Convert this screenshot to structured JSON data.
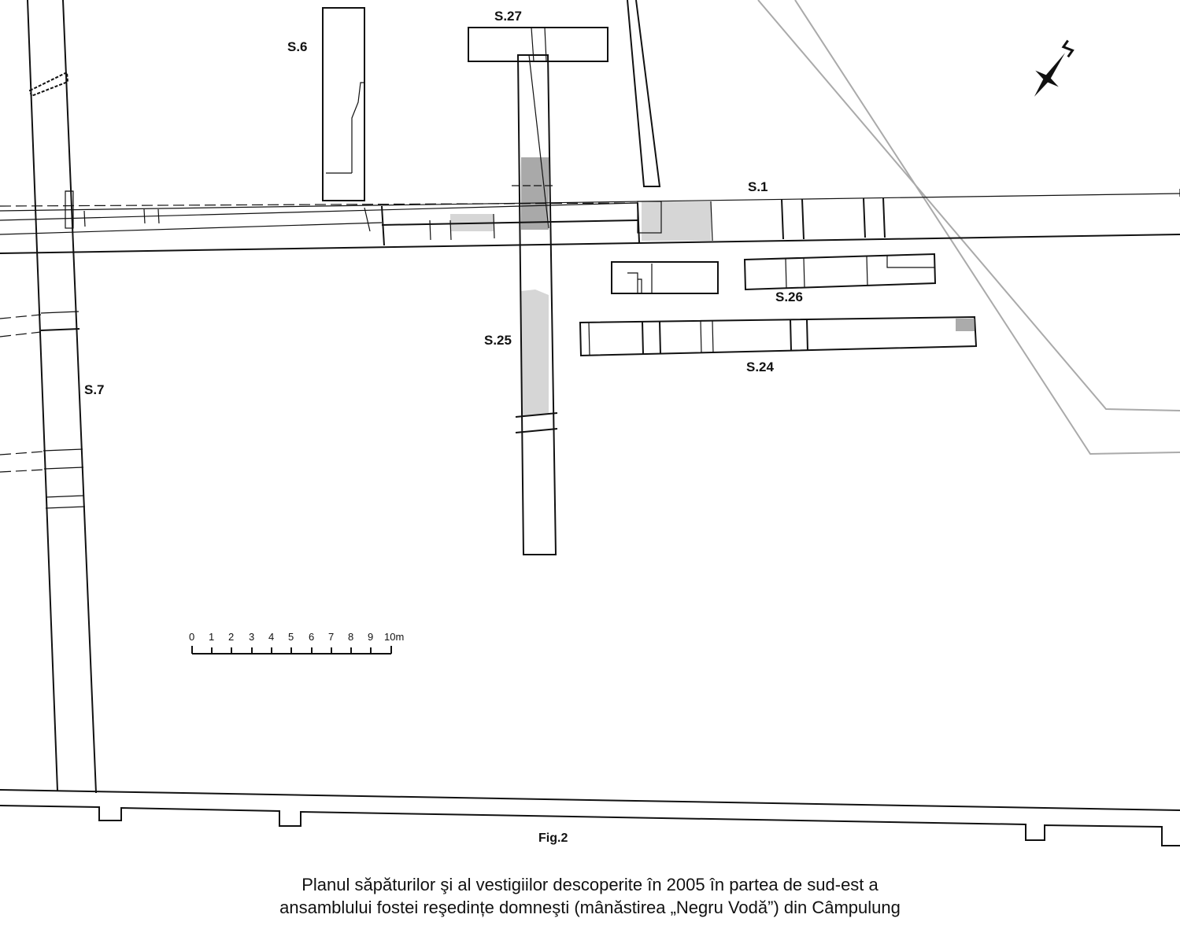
{
  "trenches": {
    "s1": "S.1",
    "s6": "S.6",
    "s7": "S.7",
    "s24": "S.24",
    "s25": "S.25",
    "s26": "S.26",
    "s27": "S.27"
  },
  "scale_bar": {
    "ticks": [
      "0",
      "1",
      "2",
      "3",
      "4",
      "5",
      "6",
      "7",
      "8",
      "9",
      "10m"
    ]
  },
  "figure_label": "Fig.2",
  "caption": {
    "line1": "Planul săpăturilor şi al vestigiilor descoperite în 2005 în partea de sud-est a",
    "line2": "ansamblului fostei reşedințe domneşti (mânăstirea „Negru Vodă”) din Câmpulung"
  },
  "colors": {
    "fill_dark": "#a9a9a9",
    "fill_light": "#d6d6d6",
    "guide": "#aaaaaa"
  }
}
